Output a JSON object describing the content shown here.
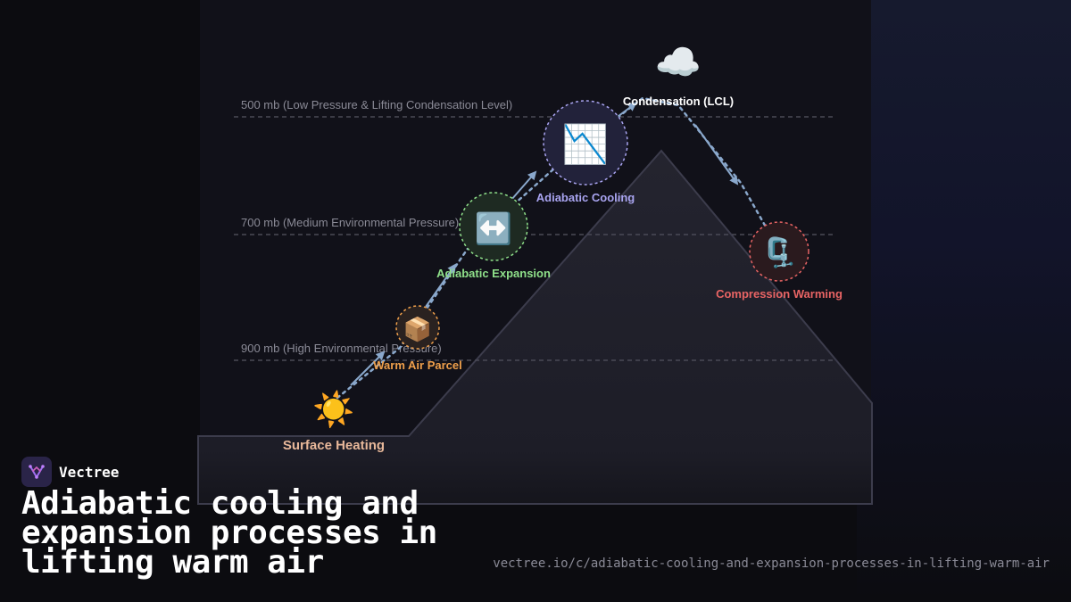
{
  "diagram": {
    "levels": [
      {
        "label": "500 mb (Low Pressure & Lifting Condensation Level)"
      },
      {
        "label": "700 mb (Medium Environmental Pressure)"
      },
      {
        "label": "900 mb (High Environmental Pressure)"
      }
    ],
    "stages": [
      {
        "label": "Surface Heating",
        "icon": "sun-icon",
        "glyph": "☀️",
        "color": "#e8b89a"
      },
      {
        "label": "Warm Air Parcel",
        "icon": "box-icon",
        "glyph": "📦",
        "color": "#f0a04b"
      },
      {
        "label": "Adiabatic Expansion",
        "icon": "left-right-arrow-icon",
        "glyph": "↔️",
        "color": "#8fe08a"
      },
      {
        "label": "Adiabatic Cooling",
        "icon": "chart-decreasing-icon",
        "glyph": "📉",
        "color": "#a9a4f0"
      },
      {
        "label": "Condensation (LCL)",
        "icon": "cloud-icon",
        "glyph": "☁️",
        "color": "#ffffff"
      },
      {
        "label": "Compression Warming",
        "icon": "clamp-icon",
        "glyph": "🗜️",
        "color": "#e86464"
      }
    ]
  },
  "footer": {
    "brand": "Vectree",
    "title": "Adiabatic cooling and expansion processes in lifting warm air",
    "url": "vectree.io/c/adiabatic-cooling-and-expansion-processes-in-lifting-warm-air"
  }
}
